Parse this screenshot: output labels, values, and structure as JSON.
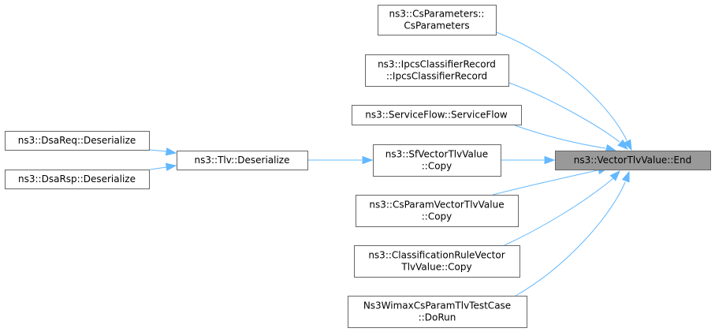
{
  "graph": {
    "type": "caller-graph",
    "nodes": [
      {
        "id": "focus",
        "lines": [
          "ns3::VectorTlvValue::End"
        ],
        "focus": true
      },
      {
        "id": "csparams",
        "lines": [
          "ns3::CsParameters::",
          "CsParameters"
        ]
      },
      {
        "id": "ipcs",
        "lines": [
          "ns3::IpcsClassifierRecord",
          "::IpcsClassifierRecord"
        ]
      },
      {
        "id": "serviceflow",
        "lines": [
          "ns3::ServiceFlow::ServiceFlow"
        ]
      },
      {
        "id": "sfcopy",
        "lines": [
          "ns3::SfVectorTlvValue",
          "::Copy"
        ]
      },
      {
        "id": "cspcopy",
        "lines": [
          "ns3::CsParamVectorTlvValue",
          "::Copy"
        ]
      },
      {
        "id": "crcopy",
        "lines": [
          "ns3::ClassificationRuleVector",
          "TlvValue::Copy"
        ]
      },
      {
        "id": "dorun",
        "lines": [
          "Ns3WimaxCsParamTlvTestCase",
          "::DoRun"
        ]
      },
      {
        "id": "tlvdeser",
        "lines": [
          "ns3::Tlv::Deserialize"
        ]
      },
      {
        "id": "dsareq",
        "lines": [
          "ns3::DsaReq::Deserialize"
        ]
      },
      {
        "id": "dsarsp",
        "lines": [
          "ns3::DsaRsp::Deserialize"
        ]
      }
    ],
    "edges": [
      {
        "from": "csparams",
        "to": "focus"
      },
      {
        "from": "ipcs",
        "to": "focus"
      },
      {
        "from": "serviceflow",
        "to": "focus"
      },
      {
        "from": "sfcopy",
        "to": "focus"
      },
      {
        "from": "cspcopy",
        "to": "focus"
      },
      {
        "from": "crcopy",
        "to": "focus"
      },
      {
        "from": "dorun",
        "to": "focus"
      },
      {
        "from": "tlvdeser",
        "to": "sfcopy"
      },
      {
        "from": "dsareq",
        "to": "tlvdeser"
      },
      {
        "from": "dsarsp",
        "to": "tlvdeser"
      }
    ]
  },
  "colors": {
    "edge": "#63b8ff",
    "node_border": "#666666",
    "node_fill": "#ffffff",
    "focus_fill": "#999999",
    "text": "#000000"
  }
}
